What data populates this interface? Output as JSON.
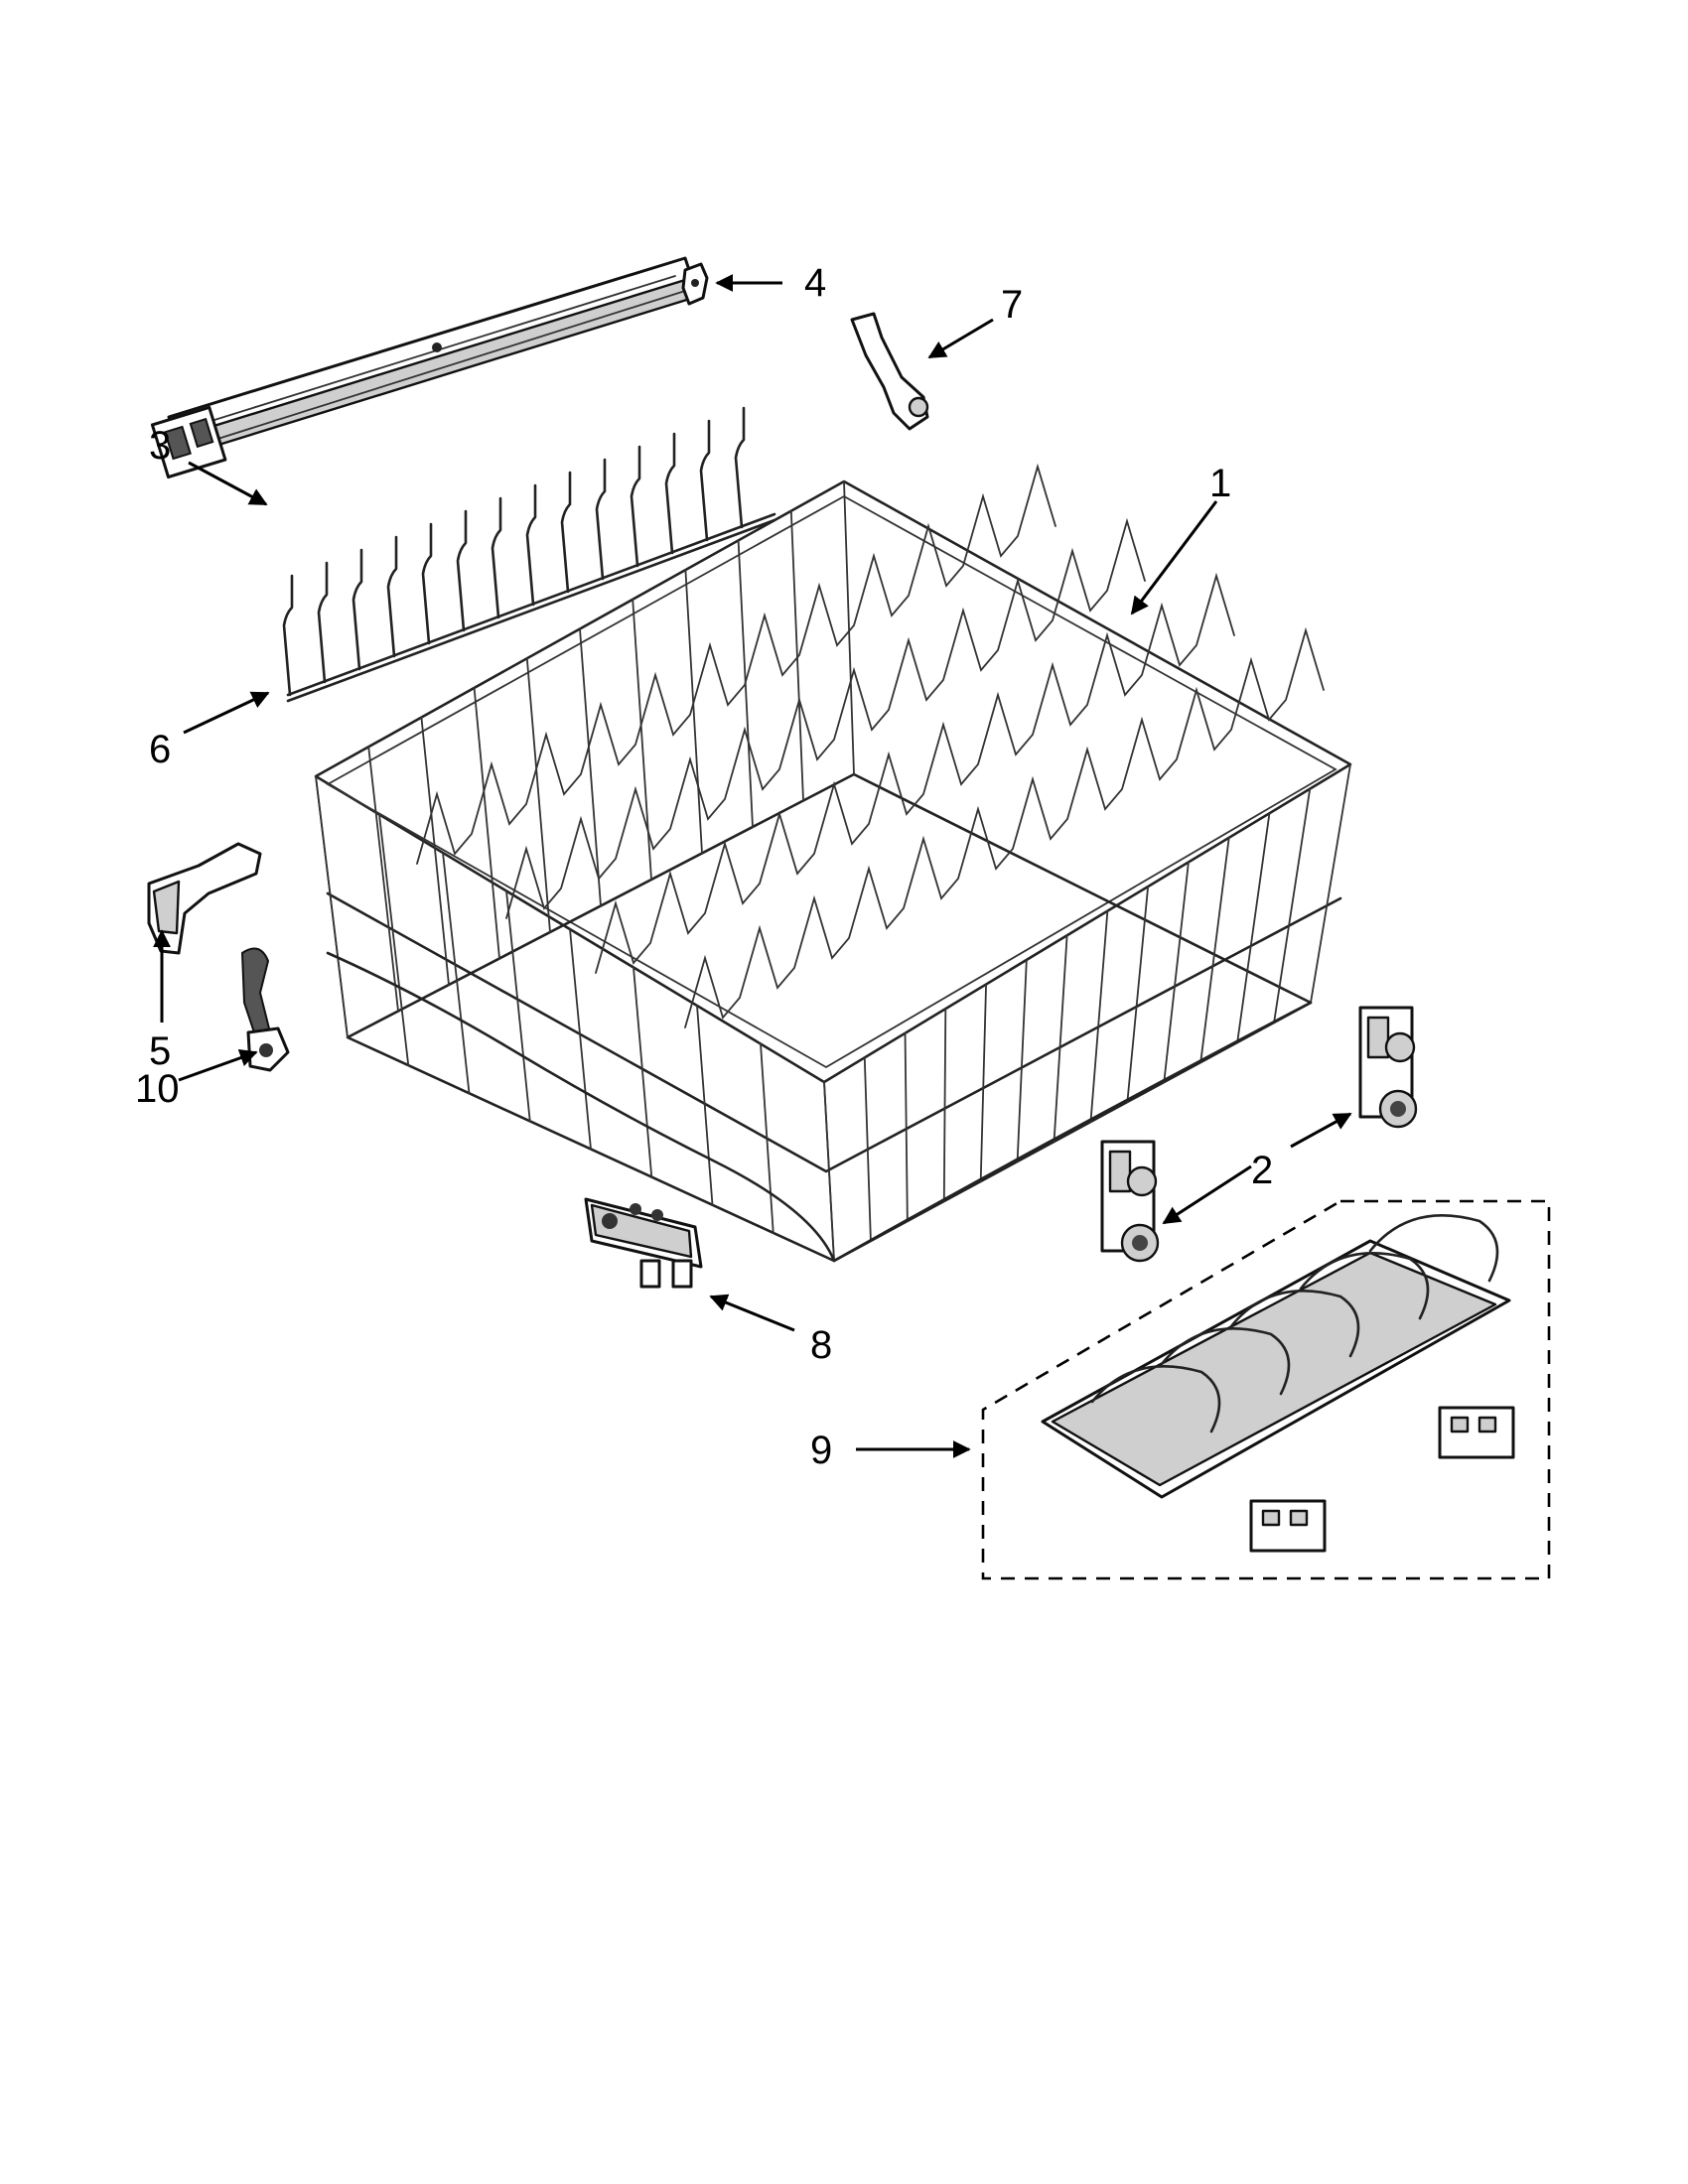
{
  "callouts": [
    {
      "id": "1",
      "label": "1"
    },
    {
      "id": "2",
      "label": "2"
    },
    {
      "id": "3",
      "label": "3"
    },
    {
      "id": "4",
      "label": "4"
    },
    {
      "id": "5",
      "label": "5"
    },
    {
      "id": "6",
      "label": "6"
    },
    {
      "id": "7",
      "label": "7"
    },
    {
      "id": "8",
      "label": "8"
    },
    {
      "id": "9",
      "label": "9"
    },
    {
      "id": "10",
      "label": "10"
    }
  ],
  "colors": {
    "line": "#000000",
    "part_fill": "#cfcfcf",
    "background": "#ffffff"
  }
}
